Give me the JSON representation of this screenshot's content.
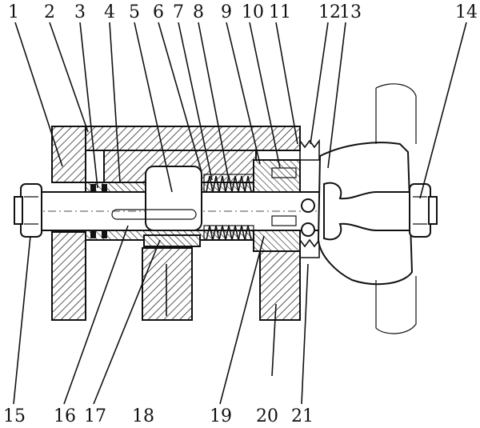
{
  "figure": {
    "labels_top": [
      "1",
      "2",
      "3",
      "4",
      "5",
      "6",
      "7",
      "8",
      "9",
      "10",
      "11",
      "12",
      "13",
      "14"
    ],
    "labels_bottom": [
      "15",
      "16",
      "17",
      "18",
      "19",
      "20",
      "21"
    ]
  }
}
